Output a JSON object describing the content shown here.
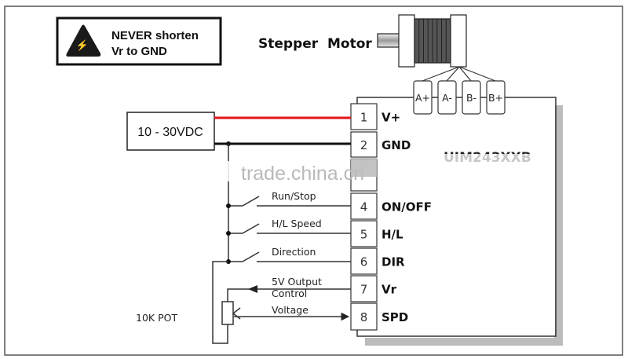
{
  "warning": {
    "line1": "NEVER shorten",
    "line2": "Vr to GND",
    "icon": "warning-triangle-icon"
  },
  "motor": {
    "label": "Stepper  Motor",
    "terminals": [
      "A+",
      "A-",
      "B-",
      "B+"
    ]
  },
  "power_supply": {
    "label": "10 - 30VDC"
  },
  "module": {
    "name": "UIM243XXB",
    "pins": [
      {
        "number": "1",
        "label": "V+"
      },
      {
        "number": "2",
        "label": "GND"
      },
      {
        "number": "",
        "label": ""
      },
      {
        "number": "4",
        "label": "ON/OFF"
      },
      {
        "number": "5",
        "label": "H/L"
      },
      {
        "number": "6",
        "label": "DIR"
      },
      {
        "number": "7",
        "label": "Vr"
      },
      {
        "number": "8",
        "label": "SPD"
      }
    ]
  },
  "switches": [
    {
      "label": "Run/Stop"
    },
    {
      "label": "H/L Speed"
    },
    {
      "label": "Direction"
    }
  ],
  "signals": {
    "vr_out": "5V Output",
    "control": "Control",
    "voltage": "Voltage"
  },
  "pot": {
    "label": "10K POT"
  },
  "watermark": "trade.china.cn",
  "colors": {
    "v_plus_wire": "#e3141b",
    "gnd_wire": "#111111",
    "shadow": "#bcbcbc",
    "line": "#333333"
  }
}
